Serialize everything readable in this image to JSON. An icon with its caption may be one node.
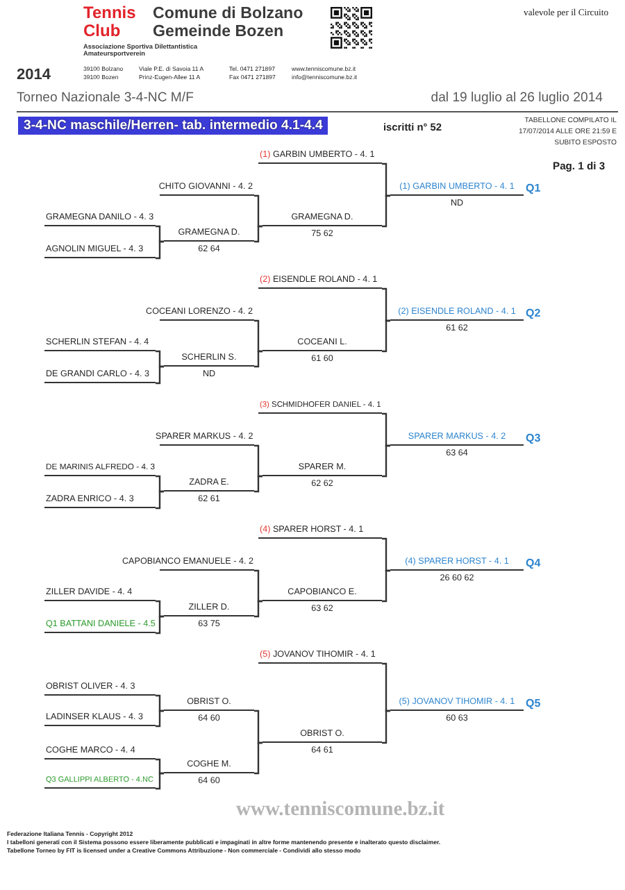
{
  "diagram": {
    "title": "3-4-NC maschile/Herren- tab. intermedio 4.1-4.4",
    "nodes": [
      {
        "text": [
          "(1) GARBIN UMBERTO - 4. 1"
        ]
      },
      {
        "text": [
          "CHITO GIOVANNI - 4. 2"
        ]
      },
      {
        "text": [
          "(1) GARBIN UMBERTO - 4. 1"
        ],
        "beside": [
          "Q1",
          "ND"
        ]
      },
      {
        "text": [
          "GRAMEGNA DANILO - 4. 3"
        ]
      },
      {
        "text": [
          "GRAMEGNA D."
        ],
        "beside": [
          "75 62"
        ]
      },
      {
        "text": [
          "GRAMEGNA D."
        ],
        "beside": [
          "62 64"
        ]
      },
      {
        "text": [
          "AGNOLIN MIGUEL - 4. 3"
        ]
      },
      {
        "text": [
          "(2) EISENDLE ROLAND - 4. 1"
        ]
      },
      {
        "text": [
          "COCEANI LORENZO - 4. 2"
        ]
      },
      {
        "text": [
          "(2) EISENDLE ROLAND - 4. 1"
        ],
        "beside": [
          "Q2",
          "61 62"
        ]
      },
      {
        "text": [
          "SCHERLIN STEFAN - 4. 4"
        ]
      },
      {
        "text": [
          "COCEANI L."
        ],
        "beside": [
          "61 60"
        ]
      },
      {
        "text": [
          "SCHERLIN S."
        ],
        "beside": [
          "ND"
        ]
      },
      {
        "text": [
          "DE GRANDI CARLO - 4. 3"
        ]
      },
      {
        "text": [
          "(3) SCHMIDHOFER DANIEL - 4. 1"
        ]
      },
      {
        "text": [
          "SPARER MARKUS - 4. 2"
        ]
      },
      {
        "text": [
          "SPARER MARKUS - 4. 2"
        ],
        "beside": [
          "Q3",
          "63 64"
        ]
      },
      {
        "text": [
          "DE MARINIS ALFREDO - 4. 3"
        ]
      },
      {
        "text": [
          "SPARER M."
        ],
        "beside": [
          "62 62"
        ]
      },
      {
        "text": [
          "ZADRA E."
        ],
        "beside": [
          "62 61"
        ]
      },
      {
        "text": [
          "ZADRA ENRICO - 4. 3"
        ]
      },
      {
        "text": [
          "(4) SPARER HORST - 4. 1"
        ]
      },
      {
        "text": [
          "CAPOBIANCO EMANUELE - 4. 2"
        ]
      },
      {
        "text": [
          "(4) SPARER HORST - 4. 1"
        ],
        "beside": [
          "Q4",
          "26 60 62"
        ]
      },
      {
        "text": [
          "ZILLER DAVIDE - 4. 4"
        ]
      },
      {
        "text": [
          "CAPOBIANCO E."
        ],
        "beside": [
          "63 62"
        ]
      },
      {
        "text": [
          "ZILLER D."
        ],
        "beside": [
          "63 75"
        ]
      },
      {
        "text": [
          "Q1 BATTANI DANIELE - 4.5"
        ]
      },
      {
        "text": [
          "(5) JOVANOV TIHOMIR - 4. 1"
        ]
      },
      {
        "text": [
          "OBRIST OLIVER - 4. 3"
        ]
      },
      {
        "text": [
          "OBRIST O."
        ],
        "beside": [
          "64 60"
        ]
      },
      {
        "text": [
          "(5) JOVANOV TIHOMIR - 4. 1"
        ],
        "beside": [
          "Q5",
          "60 63"
        ]
      },
      {
        "text": [
          "LADINSER KLAUS - 4. 3"
        ]
      },
      {
        "text": [
          "OBRIST O."
        ],
        "beside": [
          "64 61"
        ]
      },
      {
        "text": [
          "COGHE MARCO - 4. 4"
        ]
      },
      {
        "text": [
          "COGHE M."
        ],
        "beside": [
          "64 60"
        ]
      },
      {
        "text": [
          "Q3 GALLIPPI ALBERTO - 4.NC"
        ]
      }
    ],
    "edges": [
      {
        "from": 3,
        "to": 5,
        "arrow": "none"
      },
      {
        "from": 6,
        "to": 5,
        "arrow": "none"
      },
      {
        "from": 1,
        "to": 4,
        "arrow": "none"
      },
      {
        "from": 5,
        "to": 4,
        "arrow": "none"
      },
      {
        "from": 0,
        "to": 2,
        "arrow": "none"
      },
      {
        "from": 4,
        "to": 2,
        "arrow": "none"
      },
      {
        "from": 10,
        "to": 12,
        "arrow": "none"
      },
      {
        "from": 13,
        "to": 12,
        "arrow": "none"
      },
      {
        "from": 8,
        "to": 11,
        "arrow": "none"
      },
      {
        "from": 12,
        "to": 11,
        "arrow": "none"
      },
      {
        "from": 7,
        "to": 9,
        "arrow": "none"
      },
      {
        "from": 11,
        "to": 9,
        "arrow": "none"
      },
      {
        "from": 17,
        "to": 19,
        "arrow": "none"
      },
      {
        "from": 20,
        "to": 19,
        "arrow": "none"
      },
      {
        "from": 15,
        "to": 18,
        "arrow": "none"
      },
      {
        "from": 19,
        "to": 18,
        "arrow": "none"
      },
      {
        "from": 14,
        "to": 16,
        "arrow": "none"
      },
      {
        "from": 18,
        "to": 16,
        "arrow": "none"
      },
      {
        "from": 24,
        "to": 26,
        "arrow": "none"
      },
      {
        "from": 27,
        "to": 26,
        "arrow": "none"
      },
      {
        "from": 22,
        "to": 25,
        "arrow": "none"
      },
      {
        "from": 26,
        "to": 25,
        "arrow": "none"
      },
      {
        "from": 21,
        "to": 23,
        "arrow": "none"
      },
      {
        "from": 25,
        "to": 23,
        "arrow": "none"
      },
      {
        "from": 29,
        "to": 30,
        "arrow": "none"
      },
      {
        "from": 32,
        "to": 30,
        "arrow": "none"
      },
      {
        "from": 34,
        "to": 35,
        "arrow": "none"
      },
      {
        "from": 36,
        "to": 35,
        "arrow": "none"
      },
      {
        "from": 30,
        "to": 33,
        "arrow": "none"
      },
      {
        "from": 35,
        "to": 33,
        "arrow": "none"
      },
      {
        "from": 28,
        "to": 31,
        "arrow": "none"
      },
      {
        "from": 33,
        "to": 31,
        "arrow": "none"
      }
    ],
    "labels": [
      "Tennis Club",
      "Comune di Bolzano Gemeinde Bozen",
      "valevole per il Circuito",
      "Associazione Sportiva Dilettantistica Amateursportverein",
      "2014",
      "39100 Bolzano",
      "Viale P.E. di Savoia 11 A",
      "Tel. 0471 271897",
      "www.tenniscomune.bz.it",
      "39100 Bozen",
      "Prinz-Eugen-Allee 11 A",
      "Fax 0471 271897",
      "info@tenniscomune.bz.it",
      "Torneo Nazionale 3-4-NC M/F",
      "dal 19 luglio al 26 luglio 2014",
      "iscritti n° 52",
      "TABELLONE COMPILATO IL 17/07/2014 ALLE ORE 21:59 E SUBITO ESPOSTO",
      "Pag. 1 di 3",
      "www.tenniscomune.bz.it",
      "Federazione Italiana Tennis - Copyright 2012",
      "I tabelloni generati con il Sistema possono essere liberamente pubblicati e impaginati in altre forme mantenendo presente e inalterato questo disclaimer.",
      "Tabellone Torneo by FIT is licensed under a Creative Commons Attribuzione - Non commerciale - Condividi allo stesso modo"
    ]
  }
}
